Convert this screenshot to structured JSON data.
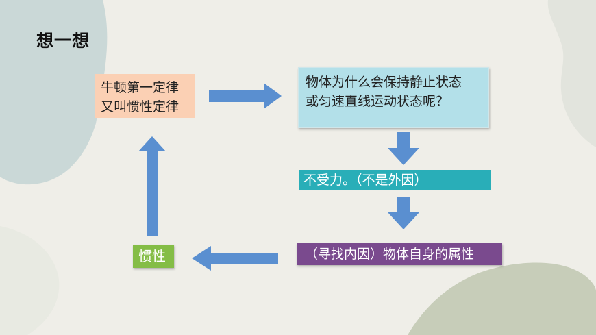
{
  "title": "想一想",
  "boxes": {
    "newton_line1": "牛顿第一定律",
    "newton_line2": "又叫惯性定律",
    "question_line1": "物体为什么会保持静止状态",
    "question_line2": "或匀速直线运动状态呢？",
    "no_force": "不受力。（不是外因）",
    "inner_cause": "（寻找内因）物体自身的属性",
    "inertia": "惯性"
  },
  "colors": {
    "arrow": "#5a8fd0",
    "newton_box": "#fbd0b4",
    "question_box": "#b3e0e9",
    "no_force_box": "#29aeb8",
    "inner_cause_box": "#7a4a8e",
    "inertia_box": "#84bd46"
  }
}
